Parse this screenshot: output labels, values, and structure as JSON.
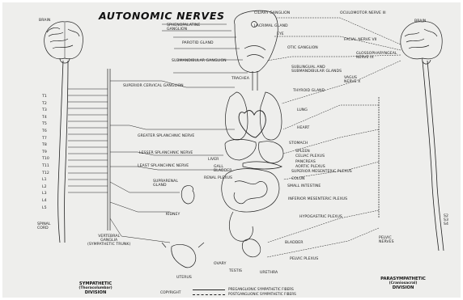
{
  "title": "AUTONOMIC NERVES",
  "left_labels": {
    "brain": "BRAIN",
    "spinal_cord": "SPINAL\nCORD",
    "vertebral_ganglia": "VERTEBRAL\nGANGLIA\n(SYMPATHETIC TRUNK)",
    "superior_cervical": "SUPERIOR CERVICAL GANGLION",
    "greater_splanchnic": "GREATER SPLANCHNIC NERVE",
    "lesser_splanchnic": "LESSER SPLANCHNIC NERVE",
    "least_splanchnic": "LEAST SPLANCHNIC NERVE",
    "suprarenal": "SUPRARENAL\nGLAND",
    "kidney": "KIDNEY",
    "renal_plexus": "RENAL PLEXUS",
    "uterus": "UTERUS",
    "ovary": "OVARY",
    "testis": "TESTIS"
  },
  "segments": [
    "T1",
    "T2",
    "T3",
    "T4",
    "T5",
    "T6",
    "T7",
    "T8",
    "T9",
    "T10",
    "T11",
    "T12",
    "L1",
    "L2",
    "L3",
    "L4",
    "L5"
  ],
  "center_labels": {
    "ciliary_ganglion": "CILIARY GANGLION",
    "lacrimal_gland": "LACRIMAL GLAND",
    "sphenopalatine": "SPHENOPALATINE\nGANGLION",
    "eye": "EYE",
    "parotid": "PAROTID GLAND",
    "otic": "OTIC GANGLION",
    "submandibular_ganglion": "SUBMANDIBULAR GANGLION",
    "sublingual": "SUBLINGUAL AND\nSUBMANDIBULAR GLANDS",
    "trachea": "TRACHEA",
    "thyroid": "THYROID GLAND",
    "lung": "LUNG",
    "heart": "HEART",
    "stomach": "STOMACH",
    "liver": "LIVER",
    "gall_bladder": "GALL\nBLADDER",
    "spleen": "SPLEEN",
    "celiac": "CELIAC PLEXUS",
    "pancreas": "PANCREAS",
    "aortic": "AORTIC PLEXUS",
    "sup_mesenteric": "SUPERIOR MESENTERIC PLEXUS",
    "colon": "COLON",
    "small_intestine": "SMALL INTESTINE",
    "inf_mesenteric": "INFERIOR MESENTERIC PLEXUS",
    "hypogastric": "HYPOGASTRIC PLEXUS",
    "bladder": "BLADDER",
    "pelvic_plexus": "PELVIC PLEXUS",
    "urethra": "URETHRA"
  },
  "right_labels": {
    "oculomotor": "OCULOMOTOR NERVE III",
    "brain": "BRAIN",
    "facial": "FACIAL NERVE VII",
    "glossopharyngeal": "GLOSSOPHARYNGEAL\nNERVE IX",
    "vagus": "VAGUS\nNERVE X",
    "pelvic_nerves": "PELVIC\nNERVES",
    "sacral": "S2\nS3\nS4"
  },
  "bottom": {
    "sympathetic": "SYMPATHETIC",
    "sympathetic_sub": "(Thoracolumbar)",
    "division": "DIVISION",
    "parasympathetic": "PARASYMPATHETIC",
    "parasympathetic_sub": "(Craniosacral)",
    "copyright": "COPYRIGHT",
    "legend_pre": "PREGANGLIONIC SYMPATHETIC FIBERS",
    "legend_post": "POSTGANGLIONIC SYMPATHETIC FIBERS"
  }
}
